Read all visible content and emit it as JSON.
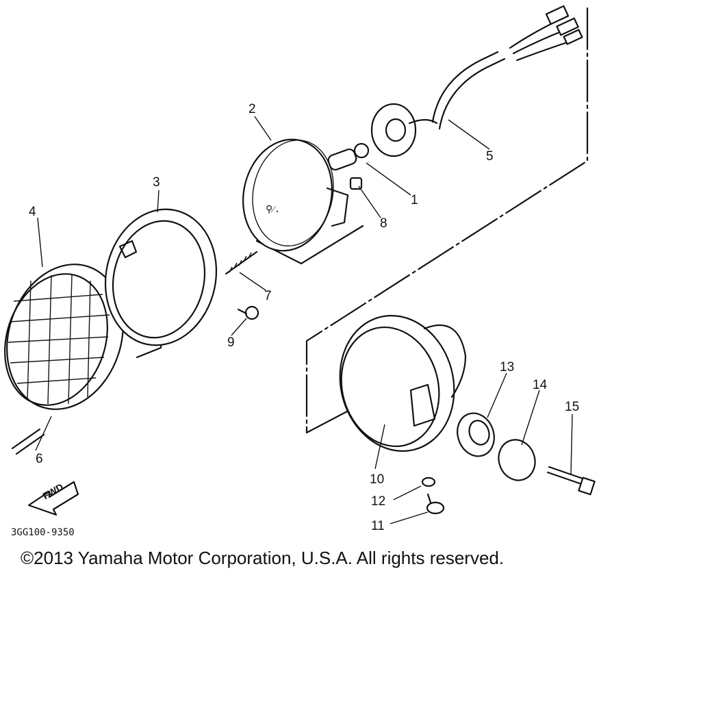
{
  "callouts": {
    "c1": "1",
    "c2": "2",
    "c3": "3",
    "c4": "4",
    "c5": "5",
    "c6": "6",
    "c7": "7",
    "c8": "8",
    "c9": "9",
    "c10": "10",
    "c11": "11",
    "c12": "12",
    "c13": "13",
    "c14": "14",
    "c15": "15"
  },
  "fwd_label": "FWD",
  "diagram_code": "3GG100-9350",
  "copyright": "©2013 Yamaha Motor Corporation, U.S.A. All rights reserved."
}
